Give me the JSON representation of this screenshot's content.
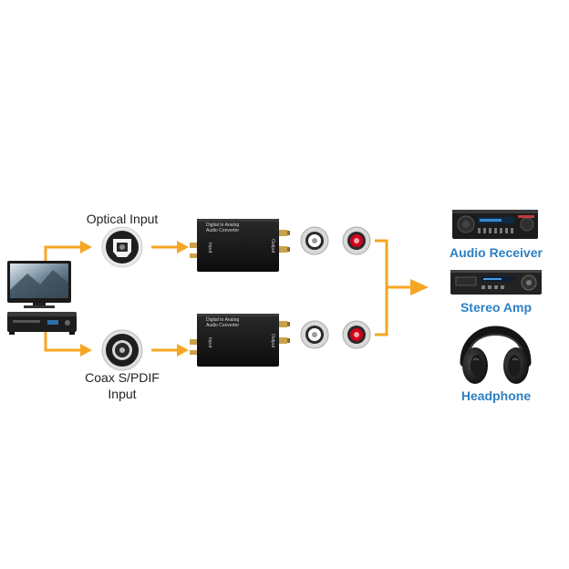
{
  "inputs": {
    "optical_label": "Optical Input",
    "coax_label_line1": "Coax S/PDIF",
    "coax_label_line2": "Input"
  },
  "converter": {
    "title_line1": "Digital to Analog",
    "title_line2": "Audio Converter",
    "input_side_label": "Input",
    "output_side_label": "Output"
  },
  "outputs": {
    "receiver_label": "Audio Receiver",
    "amp_label": "Stereo Amp",
    "headphone_label": "Headphone"
  },
  "colors": {
    "arrow": "#f5a623",
    "output_text": "#2d7fc3",
    "rca_red": "#d0021b",
    "rca_white": "#ffffff",
    "device_black": "#1c1c1c"
  },
  "icons": {
    "source": "tv-and-dvd-player-icon",
    "optical": "toslink-optical-port-icon",
    "coax": "coax-rca-port-icon",
    "converter": "converter-box-icon",
    "receiver": "av-receiver-icon",
    "amp": "stereo-amplifier-icon",
    "headphone": "headphone-icon"
  }
}
